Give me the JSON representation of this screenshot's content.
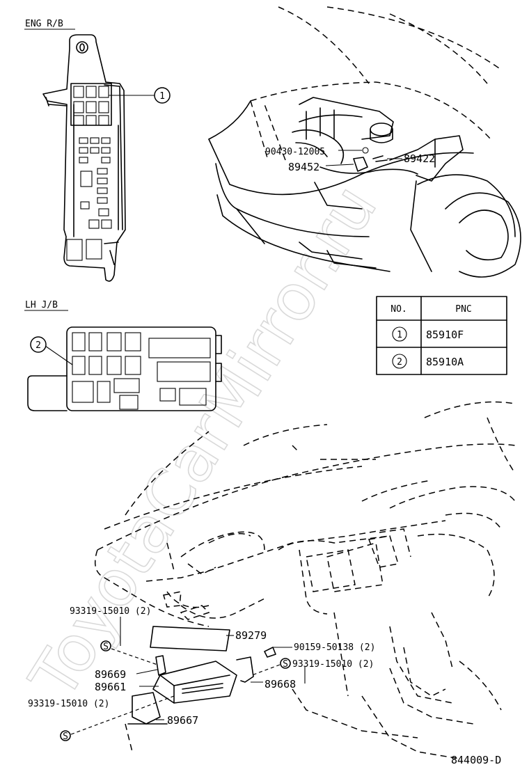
{
  "labels": {
    "eng_ab": "ENG R/B",
    "lh_jb": "LH J/B",
    "drawing_code": "844009-D"
  },
  "watermark": "ToyotaCarMirror.ru",
  "callouts": {
    "c1": "1",
    "c2": "2"
  },
  "parts": {
    "p90430": "90430-12005",
    "p89452": "89452",
    "p89422": "89422",
    "p93319_a": "93319-15010 (2)",
    "p89279": "89279",
    "p90159": "90159-50138 (2)",
    "p93319_b": "93319-15010 (2)",
    "p89669": "89669",
    "p89661": "89661",
    "p89668": "89668",
    "p93319_c": "93319-15010 (2)",
    "p89667": "89667"
  },
  "table": {
    "headers": [
      "NO.",
      "PNC"
    ],
    "rows": [
      {
        "no": "1",
        "pnc": "85910F"
      },
      {
        "no": "2",
        "pnc": "85910A"
      }
    ]
  }
}
